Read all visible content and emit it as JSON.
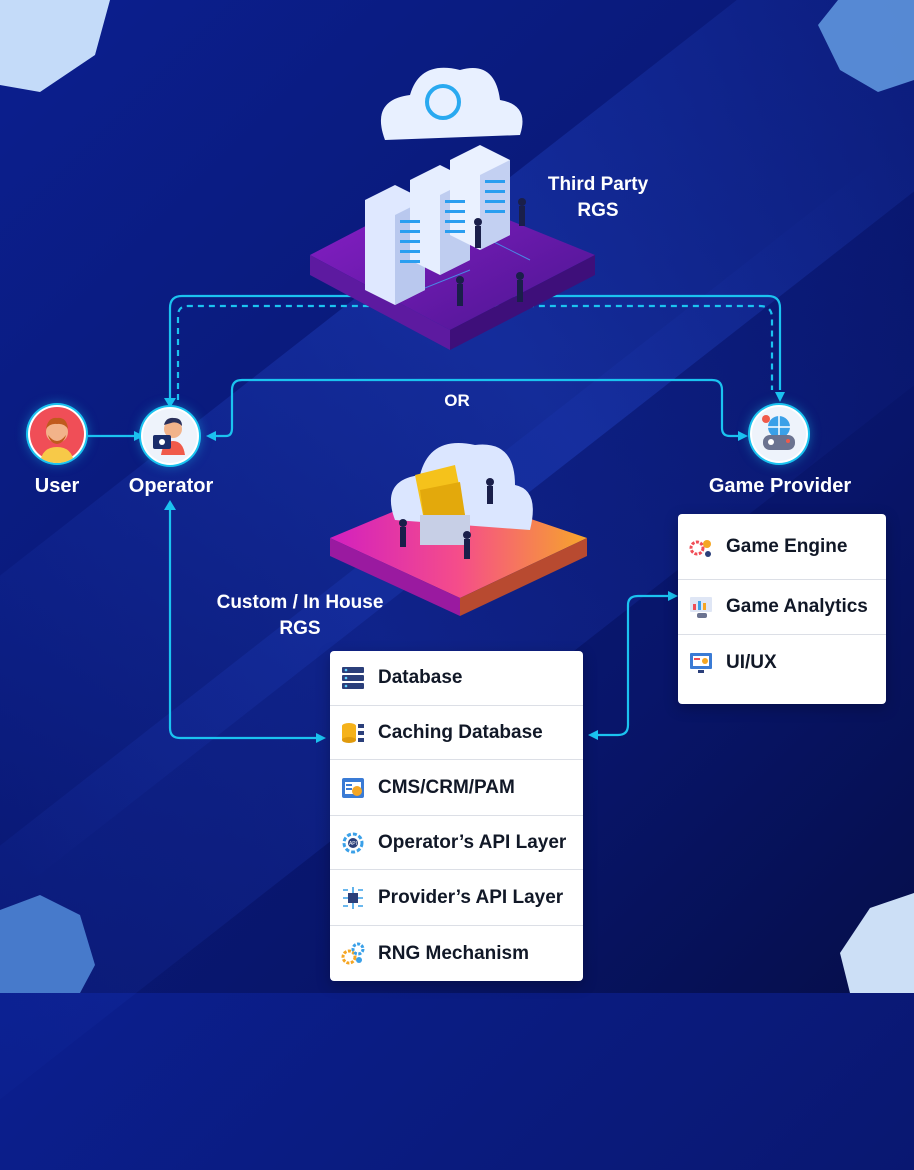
{
  "labels": {
    "third_party": "Third Party",
    "third_party_line2": "RGS",
    "or": "OR",
    "user": "User",
    "operator": "Operator",
    "game_provider": "Game Provider",
    "custom_line1": "Custom / In House",
    "custom_line2": "RGS"
  },
  "rgs_modules": [
    {
      "label": "Database",
      "icon": "database-icon"
    },
    {
      "label": "Caching Database",
      "icon": "caching-database-icon"
    },
    {
      "label": "CMS/CRM/PAM",
      "icon": "cms-icon"
    },
    {
      "label": "Operator’s API Layer",
      "icon": "api-gear-icon"
    },
    {
      "label": "Provider’s API Layer",
      "icon": "circuit-icon"
    },
    {
      "label": "RNG Mechanism",
      "icon": "gears-icon"
    }
  ],
  "provider_modules": [
    {
      "label": "Game Engine",
      "icon": "game-engine-icon"
    },
    {
      "label": "Game Analytics",
      "icon": "game-analytics-icon"
    },
    {
      "label": "UI/UX",
      "icon": "ui-ux-icon"
    }
  ],
  "colors": {
    "connector": "#1bc3f0",
    "platform_purple": "#6a1fb0",
    "platform_pink": "#e62fa8",
    "platform_orange": "#f5a623",
    "corner_hex": "#b9dcff"
  }
}
